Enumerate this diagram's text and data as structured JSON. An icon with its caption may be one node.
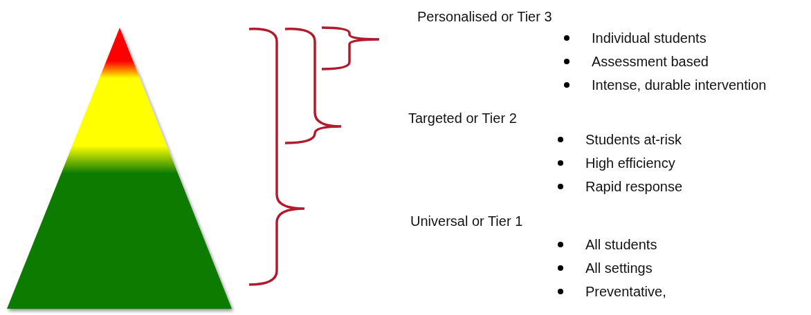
{
  "diagram": {
    "labels": [
      "Personalised or Tier 3",
      "Individual students",
      "Assessment based",
      "Intense, durable intervention",
      "Targeted or Tier 2",
      "Students at-risk",
      "High efficiency",
      "Rapid response",
      "Universal or Tier 1",
      "All students",
      "All settings",
      "Preventative,"
    ]
  }
}
